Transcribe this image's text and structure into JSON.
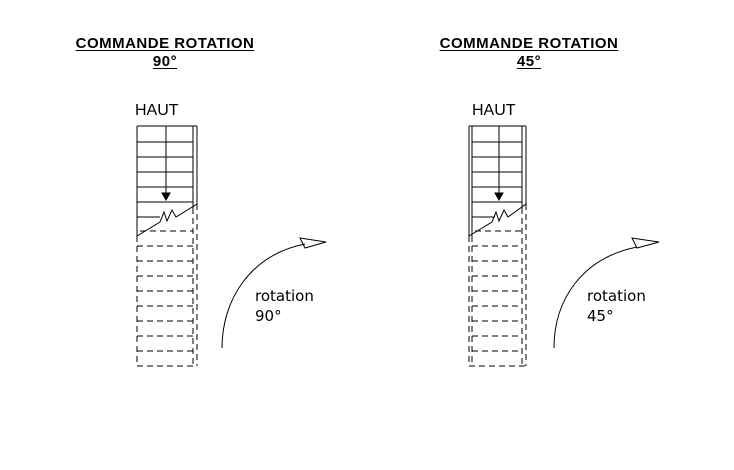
{
  "diagrams": [
    {
      "id": "left",
      "title_line1": "COMMANDE ROTATION",
      "title_line2": "90°",
      "stair_label": "HAUT",
      "rotation_word": "rotation",
      "rotation_value": "90°",
      "rotation_degrees": 90
    },
    {
      "id": "right",
      "title_line1": "COMMANDE ROTATION",
      "title_line2": "45°",
      "stair_label": "HAUT",
      "rotation_word": "rotation",
      "rotation_value": "45°",
      "rotation_degrees": 45
    }
  ]
}
